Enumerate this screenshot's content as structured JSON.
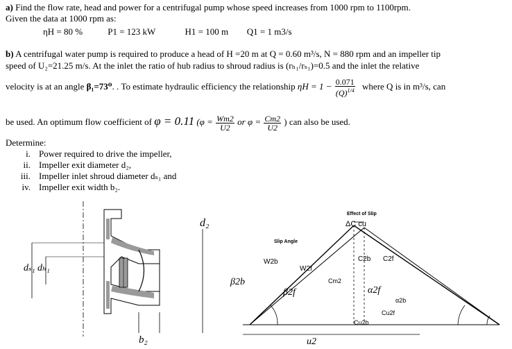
{
  "part_a": {
    "line1_prefix": "a)",
    "line1": "Find the flow rate, head and power for a centrifugal pump whose speed increases from 1000 rpm to 1100rpm.",
    "line2": "Given the data at 1000 rpm as:",
    "given": [
      "ηH = 80 %",
      "P1 = 123 kW",
      "H1 = 100 m",
      "Q1 = 1 m3/s"
    ]
  },
  "part_b": {
    "prefix": "b)",
    "line1": "A centrifugal water pump is required to produce a head of H =20 m at Q = 0.60 m³/s, N = 880 rpm  and an impeller tip",
    "line2": "speed of U₂=21.25 m/s. At the inlet the ratio of hub radius to shroud radius is (rₕ₁/rₛ₁)=0.5 and the inlet the relative",
    "line3_start": "velocity is at an angle ",
    "beta": "β₁=73⁰",
    "line3_mid": ". . To estimate hydraulic efficiency the relationship ",
    "eta_eq": "ηH = 1 −",
    "frac_num": "0.071",
    "frac_den": "(Q)",
    "frac_exp": "1/4",
    "line3_end": "where Q is in m³/s, can",
    "line4_start": "be used. An optimum flow coefficient of ",
    "phi_eq": "φ = 0.11",
    "phi_def1": "(φ =",
    "phi_num1": "Wm2",
    "phi_den1": "U2",
    "phi_or": "or φ =",
    "phi_num2": "Cm2",
    "phi_den2": "U2",
    "line4_end": ") can also be used."
  },
  "determine": {
    "heading": "Determine:",
    "items": [
      {
        "num": "i.",
        "text": "Power required to drive the impeller,"
      },
      {
        "num": "ii.",
        "text": "Impeller exit diameter d₂,"
      },
      {
        "num": "iii.",
        "text": "Impeller inlet shroud diameter dₛ₁ and"
      },
      {
        "num": "iv.",
        "text": "Impeller exit width b₂."
      }
    ]
  },
  "diagram": {
    "labels": {
      "d2": "d₂",
      "ds1": "dₛ₁",
      "dh1": "dₕ₁",
      "b2": "b₂",
      "effect_of_slip": "Effect of Slip",
      "delta_c": "ΔC cu",
      "slip_angle": "Slip Angle",
      "w2b": "W2b",
      "w2f": "W2f",
      "beta2b": "β2b",
      "beta2f": "β2f",
      "cm2": "Cm2",
      "c2b": "C2b",
      "c2f": "C2f",
      "alpha2f": "α2f",
      "alpha2b": "α2b",
      "cu2f": "Cu2f",
      "cu2b": "Cu2b",
      "u2": "u2"
    }
  }
}
